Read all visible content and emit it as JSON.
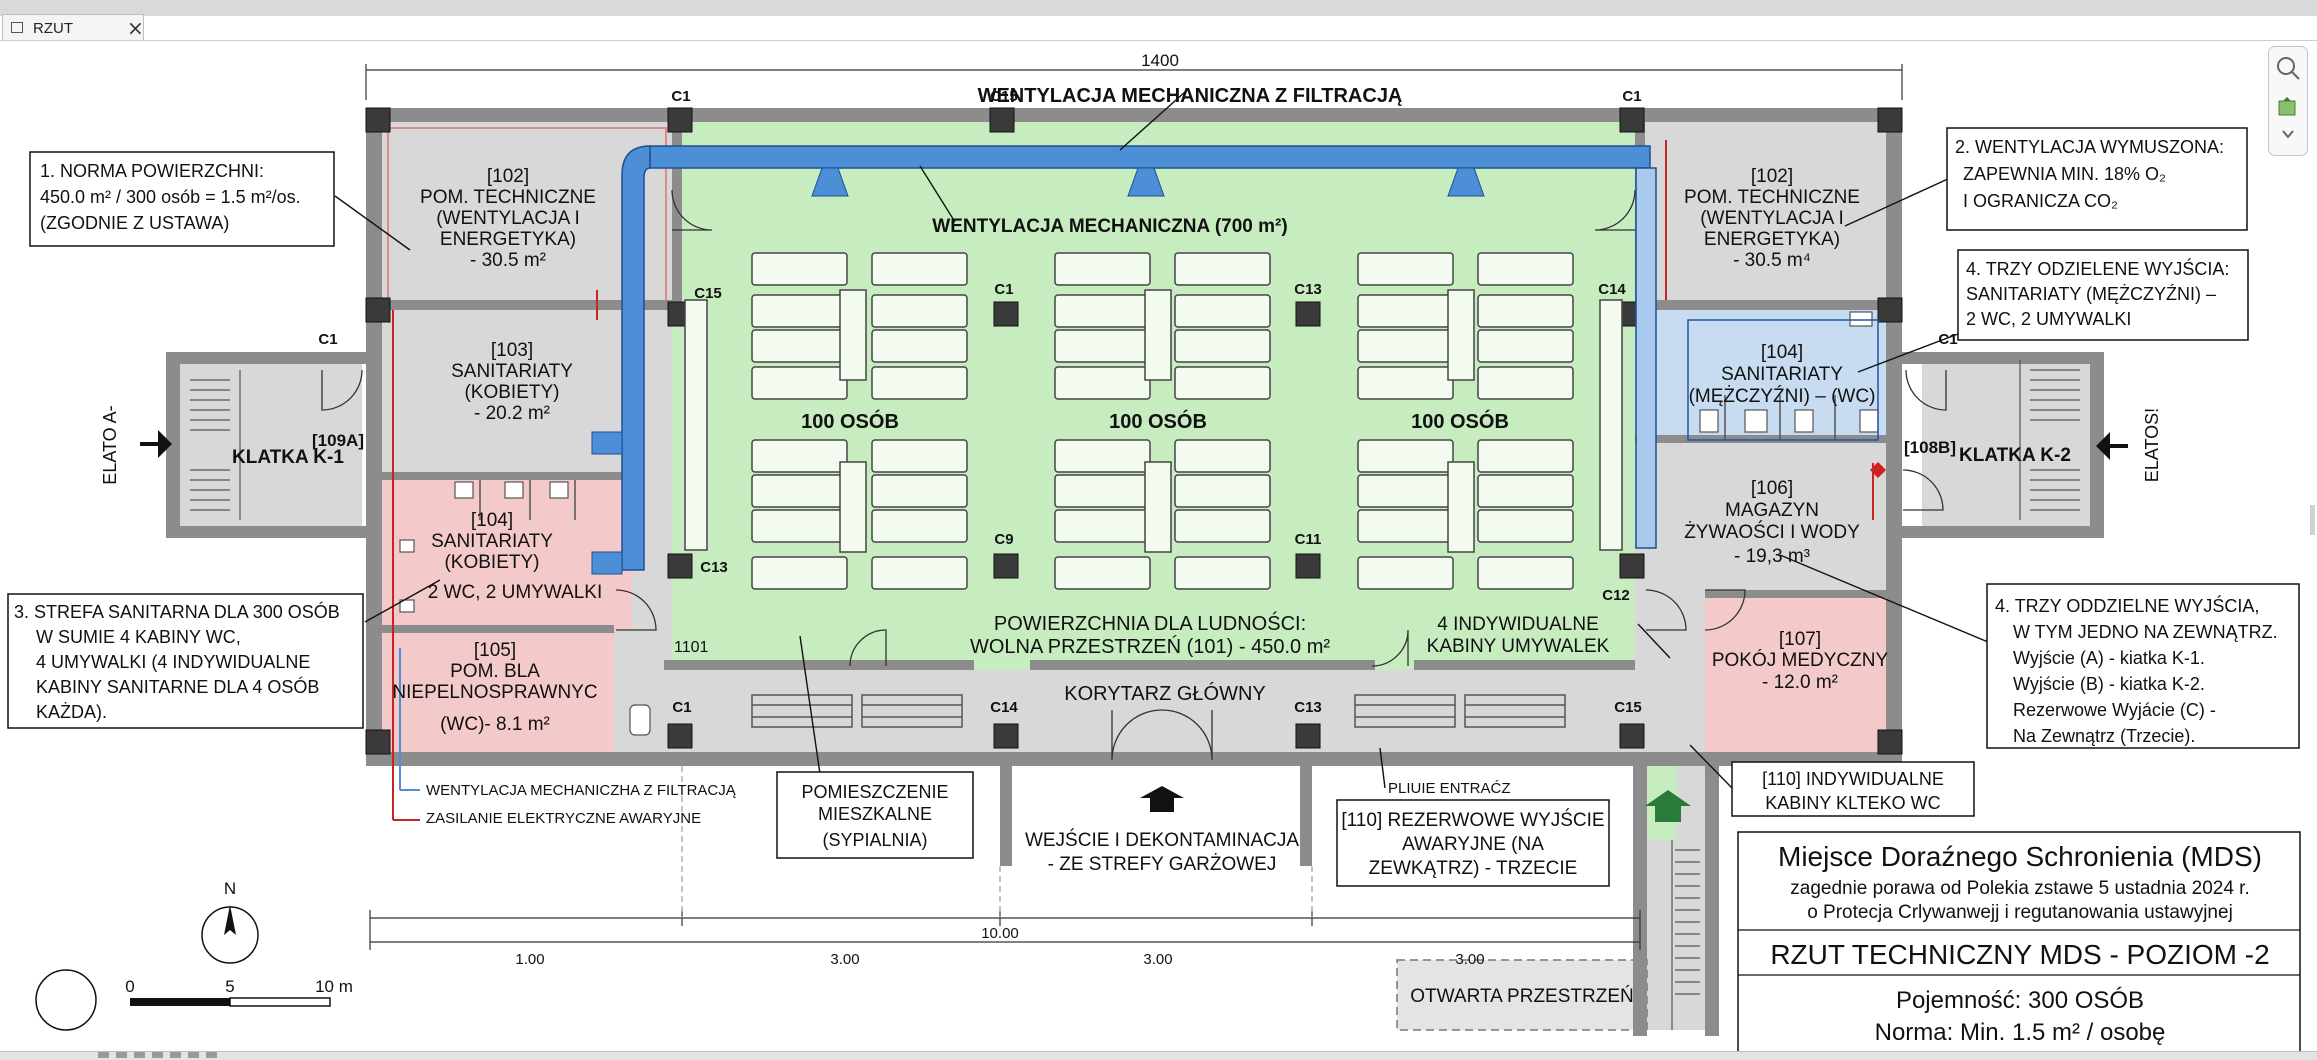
{
  "app": {
    "tab_title": "RZUT"
  },
  "dimensions": {
    "overall_width": "1400",
    "d1": "1.00",
    "d2": "3.00",
    "d3": "3.00",
    "d4": "3.00",
    "total": "10.00"
  },
  "columns": {
    "c1": "C1",
    "c15": "C15",
    "c13": "C13",
    "c14": "C14",
    "c9": "C9",
    "c11": "C11",
    "c12": "C12"
  },
  "rooms": {
    "tech_left": [
      "[102]",
      "POM. TECHNICZNE",
      "(WENTYLACJA I",
      "ENERGETYKA)",
      "- 30.5 m²"
    ],
    "tech_right": [
      "[102]",
      "POM. TECHNICZNE",
      "(WENTYLACJA I",
      "ENERGETYKA)",
      "- 30.5 m⁴"
    ],
    "san_women_103": [
      "[103]",
      "SANITARIATY",
      "(KOBIETY)",
      "- 20.2 m²"
    ],
    "san_women_104": [
      "[104]",
      "SANITARIATY",
      "(KOBIETY)",
      "2 WC, 2 UMYWALKI"
    ],
    "disabled_105": [
      "[105]",
      "POM. BLA",
      "NIEPELNOSPRAWNYC",
      "(WC)- 8.1 m²"
    ],
    "san_men_104": [
      "[104]",
      "SANITARIATY",
      "(MĘŻCZYŹNI) – (WC)"
    ],
    "store_106": [
      "[106]",
      "MAGAZYN",
      "ŻYWAOŚCI I WODY",
      "- 19,3 m³"
    ],
    "medical_107": [
      "[107]",
      "POKÓJ MEDYCZNY",
      "- 12.0 m²"
    ],
    "stair_left_label": "KLATKA K-1",
    "stair_left_num": "[109A]",
    "stair_right_num": "[108B]",
    "stair_right_label": "KLATKA K-2",
    "persons_1": "100 OSÓB",
    "persons_2": "100 OSÓB",
    "persons_3": "100 OSÓB",
    "main_area": [
      "POWIERZCHNIA DLA LUDNOŚCI:",
      "WOLNA PRZESTRZEŃ (101) - 450.0 m²"
    ],
    "room_1101": "1101",
    "washbasins": [
      "4 INDYWIDUALNE",
      "KABINY UMYWALEK"
    ],
    "corridor": "KORYTARZ GŁÓWNY"
  },
  "labels": {
    "vent_filtr": "WENTYLACJA MECHANICZNA Z FILTRACJĄ",
    "vent_mech": "WENTYLACJA MECHANICZNA (700 m²)",
    "entry_left": "ELATO A-",
    "entry_right": "ELATOS!",
    "legend_vent": "WENTYLACJA MECHANICZHA Z FILTRACJĄ",
    "legend_power": "ZASILANIE ELEKTRYCZNE AWARYJNE",
    "residential": [
      "POMIESZCZENIE",
      "MIESZKALNE",
      "(SYPIALNIA)"
    ],
    "entrance": [
      "WEJŚCIE I DEKONTAMINACJA",
      "- ZE STREFY GARŻOWEJ"
    ],
    "pliuie": "PLIUIE ENTRAĆZ",
    "reserve_exit": [
      "[110] REZERWOWE WYJŚCIE",
      "AWARYJNE (NA",
      "ZEWKĄTRZ) - TRZECIE"
    ],
    "wc_110": [
      "[110]  INDYWIDUALNE",
      "KABINY KLTEKO WC"
    ],
    "open_space": "OTWARTA PRZESTRZEŃ",
    "north": "N",
    "scale_0": "0",
    "scale_5": "5",
    "scale_10": "10 m"
  },
  "notes": {
    "note1": [
      "1. NORMA POWIERZCHNI:",
      "450.0 m² / 300 osób = 1.5 m²/os.",
      "(ZGODNIE Z USTAWA)"
    ],
    "note2": [
      "2. WENTYLACJA WYMUSZONA:",
      "ZAPEWNIA MIN. 18% O₂",
      "I OGRANICZA CO₂"
    ],
    "note3": [
      "3. STREFA SANITARNA DLA 300 OSÓB",
      "W SUMIE 4 KABINY WC,",
      "4 UMYWALKI (4 INDYWIDUALNE",
      "KABINY SANITARNE DLA 4 OSÓB",
      "KAŻDA)."
    ],
    "note4a": [
      "4. TRZY ODZIELENE WYJŚCIA:",
      "SANITARIATY (MĘŻCZYŹNI) –",
      "2 WC, 2 UMYWALKI"
    ],
    "note4b": [
      "4. TRZY ODDZIELNE WYJŚCIA,",
      "W TYM JEDNO NA ZEWNĄTRZ.",
      "Wyjście (A) - kiatka K-1.",
      "Wyjście (B) - kiatka K-2.",
      "Rezerwowe Wyjácie (C) -",
      "Na Zewnątrz (Trzecie)."
    ]
  },
  "title_block": {
    "title": "Miejsce Doraźnego Schronienia (MDS)",
    "subtitle1": "zagednie porawa od Polekia zstawe 5 ustadnia 2024 r.",
    "subtitle2": "o Protecja Crlywanwejj i regutanowania ustawyjnej",
    "drawing_title": "RZUT TECHNICZNY MDS - POZIOM -2",
    "capacity": "Pojemność: 300 OSÓB",
    "norm": "Norma: Min. 1.5 m² / osobę"
  },
  "colors": {
    "green_zone": "#c6ecbf",
    "pink_zone": "#f4c9c9",
    "gray_zone": "#d8d8d8",
    "blue_zone": "#c7dcf0",
    "duct": "#4d8fd6",
    "wall": "#888888"
  }
}
